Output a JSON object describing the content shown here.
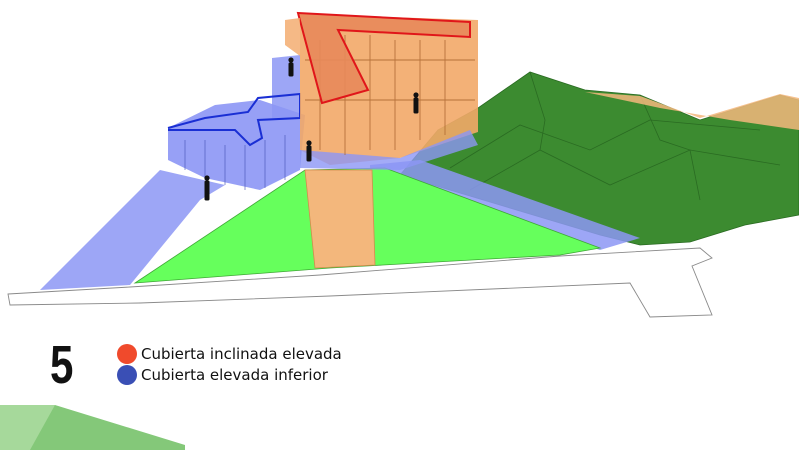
{
  "step": {
    "number": "5"
  },
  "legend": {
    "items": [
      {
        "label": "Cubierta inclinada elevada",
        "color": "#f04a2c"
      },
      {
        "label": "Cubierta elevada inferior",
        "color": "#3a4fb5"
      }
    ]
  },
  "colors": {
    "lawn": "#66ff5c",
    "hillside": "#3c8b30",
    "path_deck": "#f3b77c",
    "blue_volume": "#8c96f5",
    "blue_outline": "#1a2fd4",
    "orange_volume": "#f2a868",
    "red_outline": "#e0161a",
    "corner_accent": "#84c879"
  }
}
